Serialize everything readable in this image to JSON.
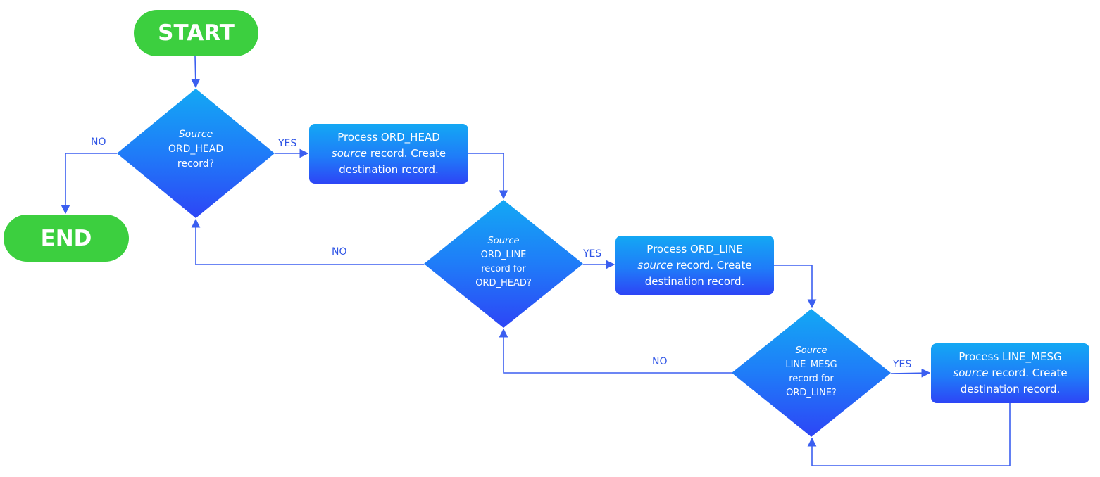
{
  "start": {
    "label": "START"
  },
  "end": {
    "label": "END"
  },
  "decisions": [
    {
      "line1": "Source",
      "line2": "ORD_HEAD",
      "line3": "record?",
      "line4": ""
    },
    {
      "line1": "Source",
      "line2": "ORD_LINE",
      "line3": "record for",
      "line4": "ORD_HEAD?"
    },
    {
      "line1": "Source",
      "line2": "LINE_MESG",
      "line3": "record for",
      "line4": "ORD_LINE?"
    }
  ],
  "processes": [
    {
      "line1": "Process ORD_HEAD",
      "em": "source",
      "rest": " record.  Create",
      "line3": "destination record."
    },
    {
      "line1": "Process ORD_LINE",
      "em": "source",
      "rest": " record.  Create",
      "line3": "destination record."
    },
    {
      "line1": "Process LINE_MESG",
      "em": "source",
      "rest": " record.  Create",
      "line3": "destination record."
    }
  ],
  "labels": {
    "yes": "YES",
    "no": "NO"
  },
  "colors": {
    "terminal": "#3ccf3f",
    "shape_top": "#13a8f4",
    "shape_bottom": "#2d45f6",
    "connector": "#3b5ff0",
    "label": "#2f55e6"
  }
}
